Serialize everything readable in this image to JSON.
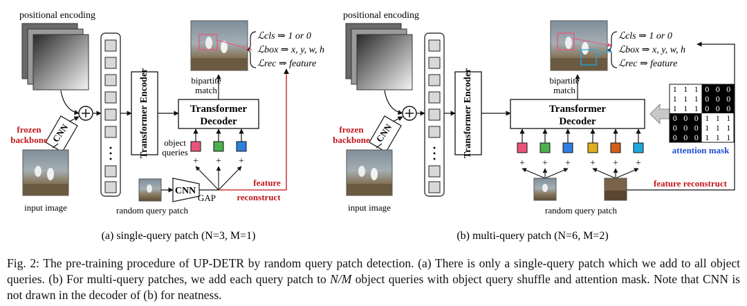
{
  "panel_a": {
    "positional_encoding": "positional encoding",
    "frozen": "frozen",
    "backbone": "backbone",
    "cnn": "CNN",
    "input_image": "input image",
    "transformer_encoder": "Transformer Encoder",
    "transformer_decoder_1": "Transformer",
    "transformer_decoder_2": "Decoder",
    "bipartite": "bipartite",
    "match": "match",
    "object": "object",
    "queries": "queries",
    "random_query_patch": "random query patch",
    "gap": "GAP",
    "feature": "feature",
    "reconstruct": "reconstruct",
    "loss_cls": "ℒcls ⇒ 1 or 0",
    "loss_box": "ℒbox ⇒ x, y, w, h",
    "loss_rec": "ℒrec ⇒ feature",
    "plus": "+",
    "sub_caption": "(a) single-query patch (N=3, M=1)"
  },
  "panel_b": {
    "positional_encoding": "positional encoding",
    "frozen": "frozen",
    "backbone": "backbone",
    "cnn": "CNN",
    "input_image": "input image",
    "transformer_encoder": "Transformer Encoder",
    "transformer_decoder_1": "Transformer",
    "transformer_decoder_2": "Decoder",
    "bipartite": "bipartite",
    "match": "match",
    "random_query_patch": "random query patch",
    "feature_reconstruct": "feature reconstruct",
    "attention_mask": "attention mask",
    "loss_cls": "ℒcls ⇒ 1 or 0",
    "loss_box": "ℒbox ⇒ x, y, w, h",
    "loss_rec": "ℒrec ⇒ feature",
    "mask_rows": [
      [
        "1",
        "1",
        "1",
        "0",
        "0",
        "0"
      ],
      [
        "1",
        "1",
        "1",
        "0",
        "0",
        "0"
      ],
      [
        "1",
        "1",
        "1",
        "0",
        "0",
        "0"
      ],
      [
        "0",
        "0",
        "0",
        "1",
        "1",
        "1"
      ],
      [
        "0",
        "0",
        "0",
        "1",
        "1",
        "1"
      ],
      [
        "0",
        "0",
        "0",
        "1",
        "1",
        "1"
      ]
    ],
    "plus": "+",
    "sub_caption": "(b) multi-query patch (N=6, M=2)"
  },
  "caption": {
    "part1": "Fig. 2: The pre-training procedure of UP-DETR by random query patch detection. (a) There is only a single-query patch which we add to all object queries. (b) For multi-query patches, we add each query patch to ",
    "math": "N/M",
    "part2": " object queries with object query shuffle and attention mask. Note that CNN is not drawn in the decoder of (b) for neatness."
  },
  "colors": {
    "red_text": "#c0151b",
    "blue_text": "#1f4fd0",
    "query_a": [
      "#e8557a",
      "#4caf50",
      "#2f7fe0"
    ],
    "query_b": [
      "#e8557a",
      "#4caf50",
      "#2f7fe0",
      "#e0b020",
      "#d0601a",
      "#1fa8e0"
    ]
  }
}
